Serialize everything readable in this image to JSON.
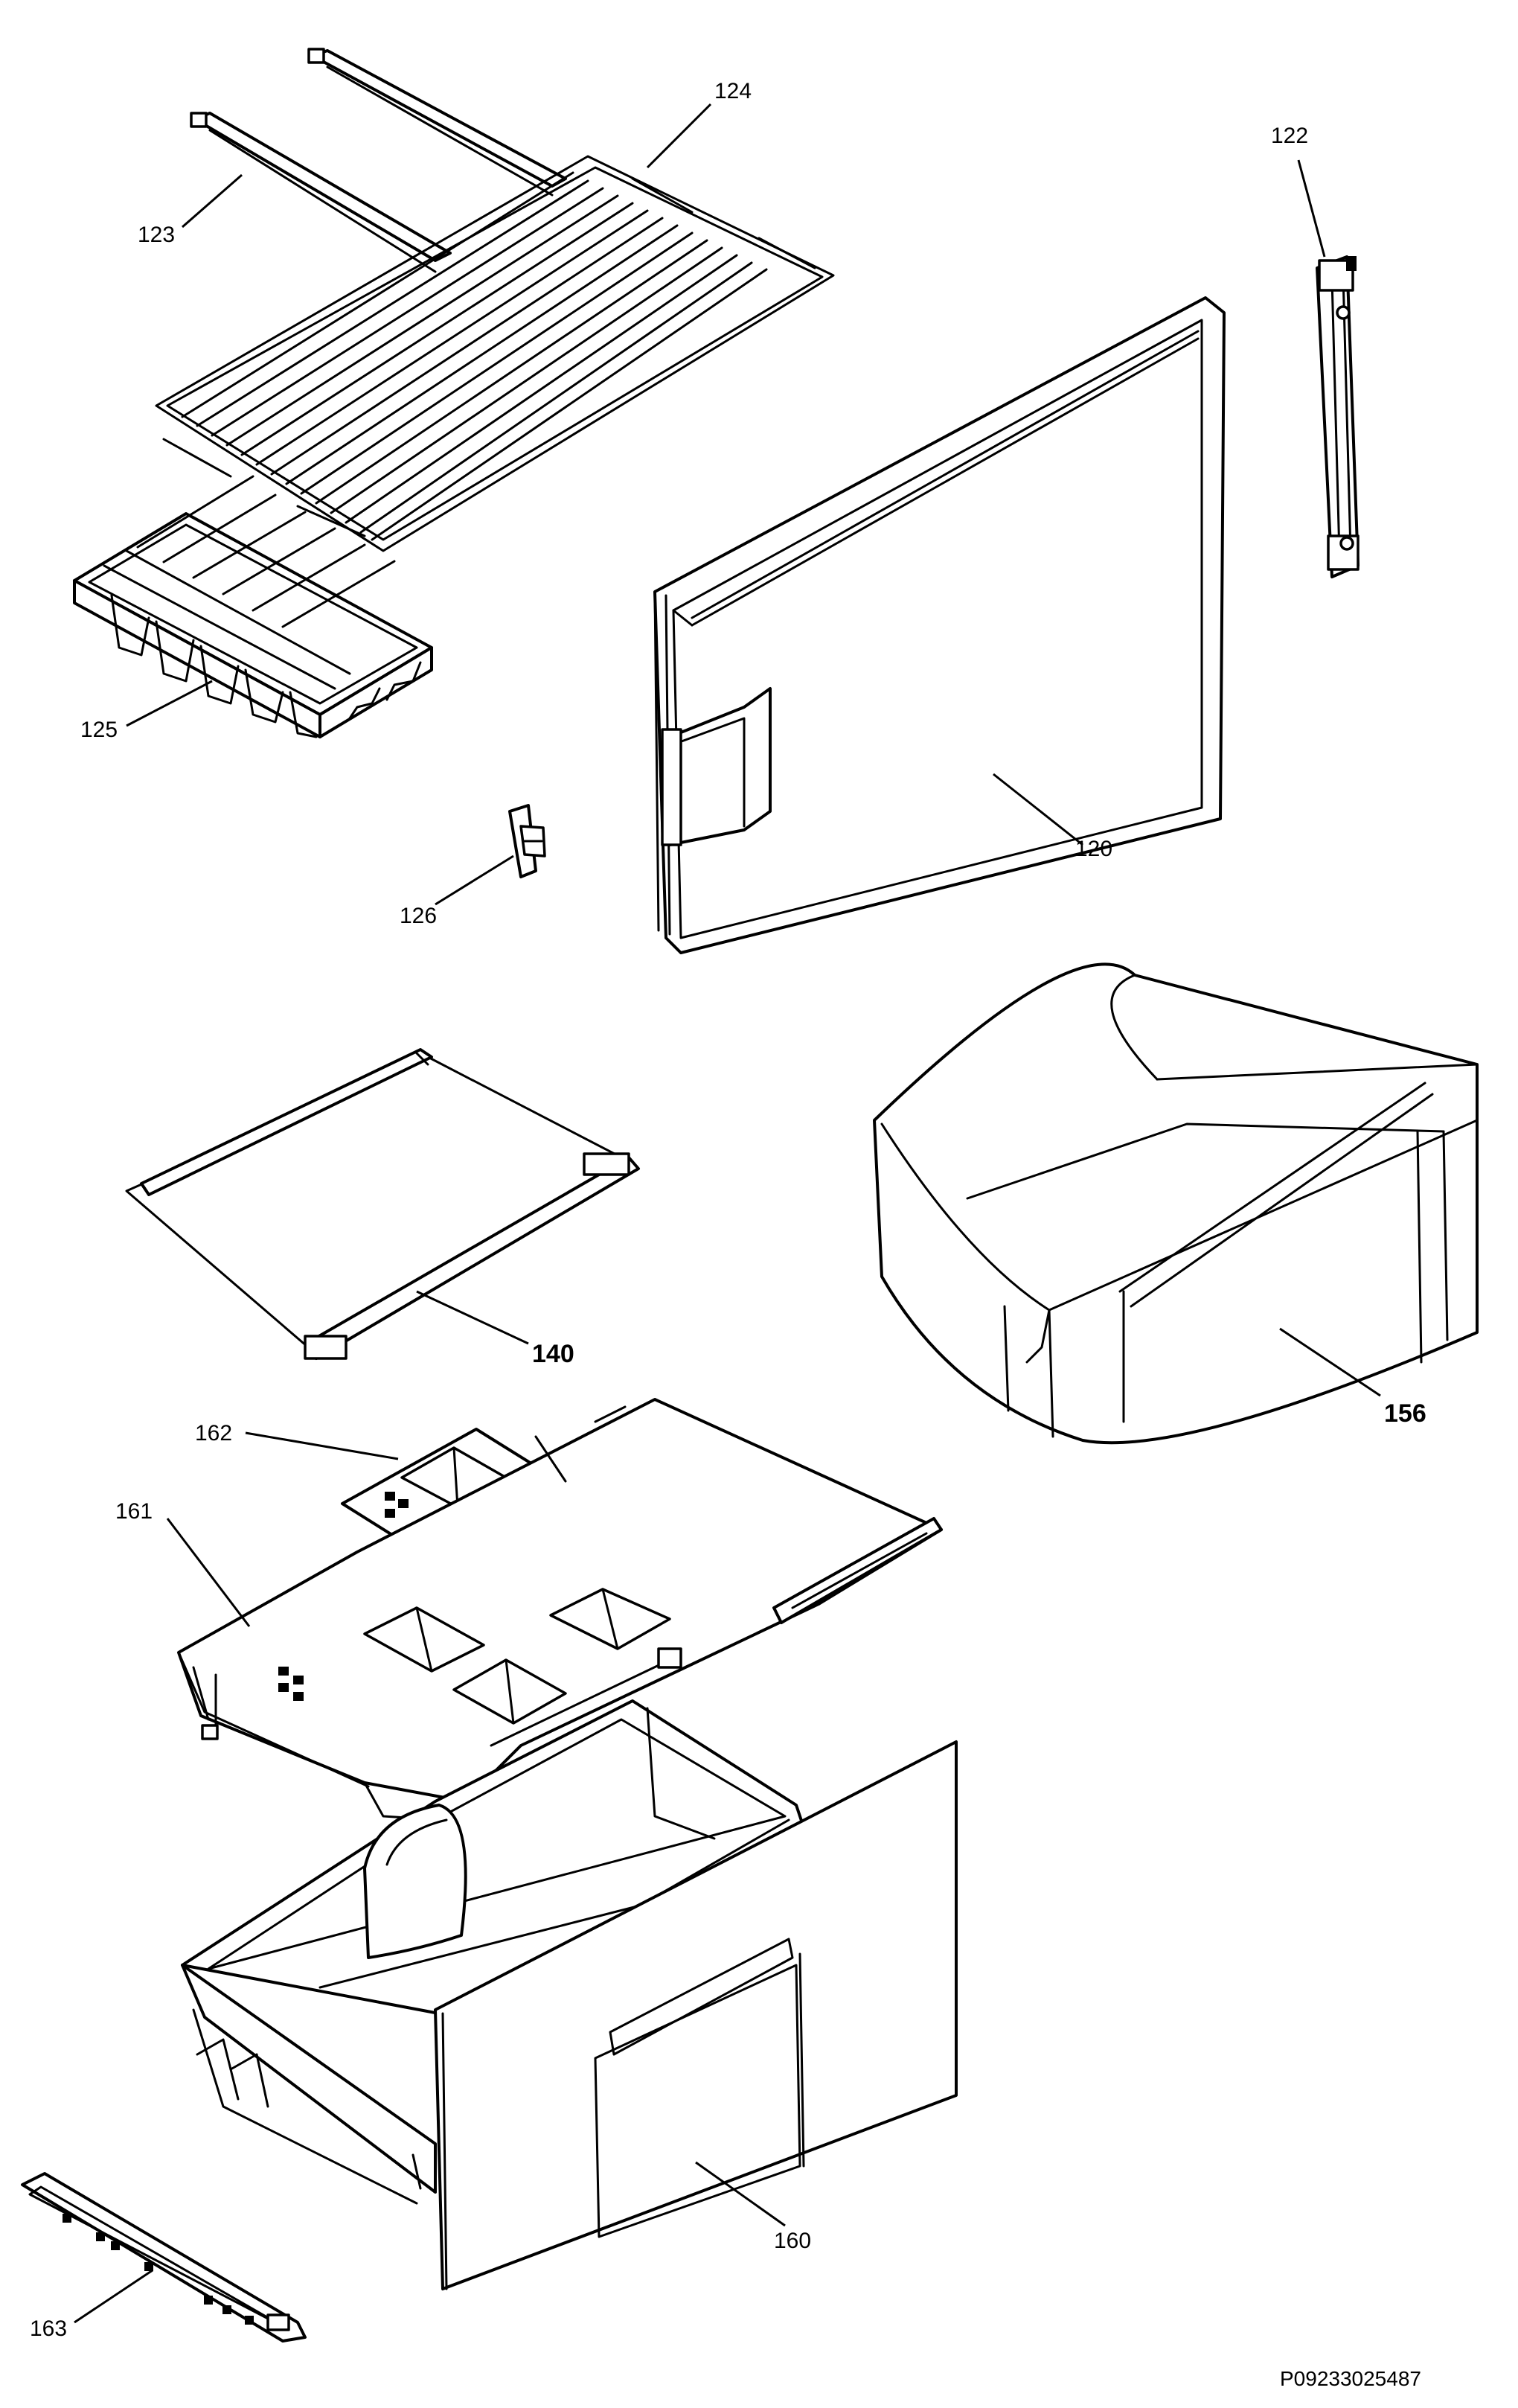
{
  "document_number": "P09233025487",
  "callouts": {
    "c120": "120",
    "c122": "122",
    "c123": "123",
    "c124": "124",
    "c125": "125",
    "c126": "126",
    "c140": "140",
    "c156": "156",
    "c160": "160",
    "c161": "161",
    "c162": "162",
    "c163": "163"
  }
}
